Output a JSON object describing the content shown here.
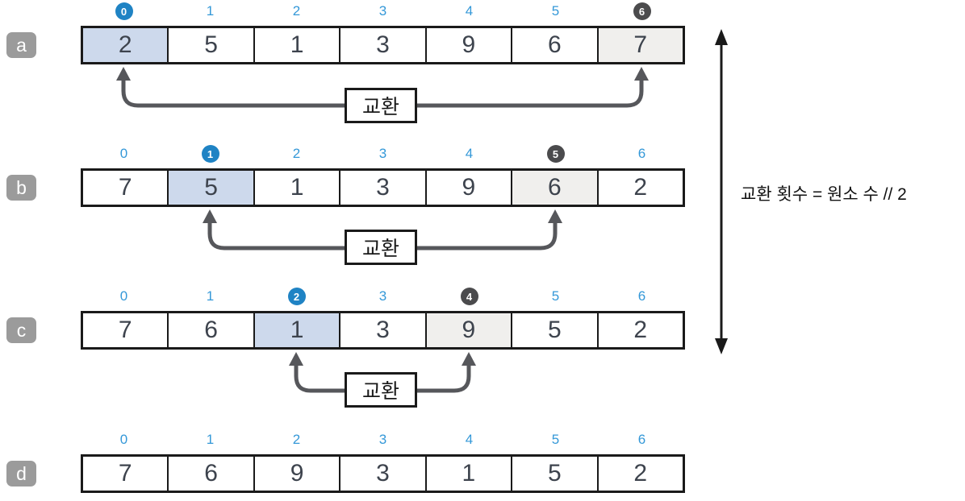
{
  "swap_label": "교환",
  "annotation": "교환 횟수 = 원소 수 // 2",
  "indices": [
    "0",
    "1",
    "2",
    "3",
    "4",
    "5",
    "6"
  ],
  "rows": [
    {
      "label": "a",
      "values": [
        "2",
        "5",
        "1",
        "3",
        "9",
        "6",
        "7"
      ],
      "swap_from": "0",
      "swap_to": "6"
    },
    {
      "label": "b",
      "values": [
        "7",
        "5",
        "1",
        "3",
        "9",
        "6",
        "2"
      ],
      "swap_from": "1",
      "swap_to": "5"
    },
    {
      "label": "c",
      "values": [
        "7",
        "6",
        "1",
        "3",
        "9",
        "5",
        "2"
      ],
      "swap_from": "2",
      "swap_to": "4"
    },
    {
      "label": "d",
      "values": [
        "7",
        "6",
        "9",
        "3",
        "1",
        "5",
        "2"
      ],
      "swap_from": "",
      "swap_to": ""
    }
  ],
  "colors": {
    "index_blue": "#3498d8",
    "circle_blue": "#1f83c4",
    "circle_dark": "#4b4b4d",
    "cell_highlight_blue": "#cdd9ec",
    "cell_highlight_gray": "#f0efed",
    "badge_gray": "#9b9b9b",
    "swap_arrow_gray": "#56575b",
    "range_arrow_black": "#1a1a1a"
  }
}
